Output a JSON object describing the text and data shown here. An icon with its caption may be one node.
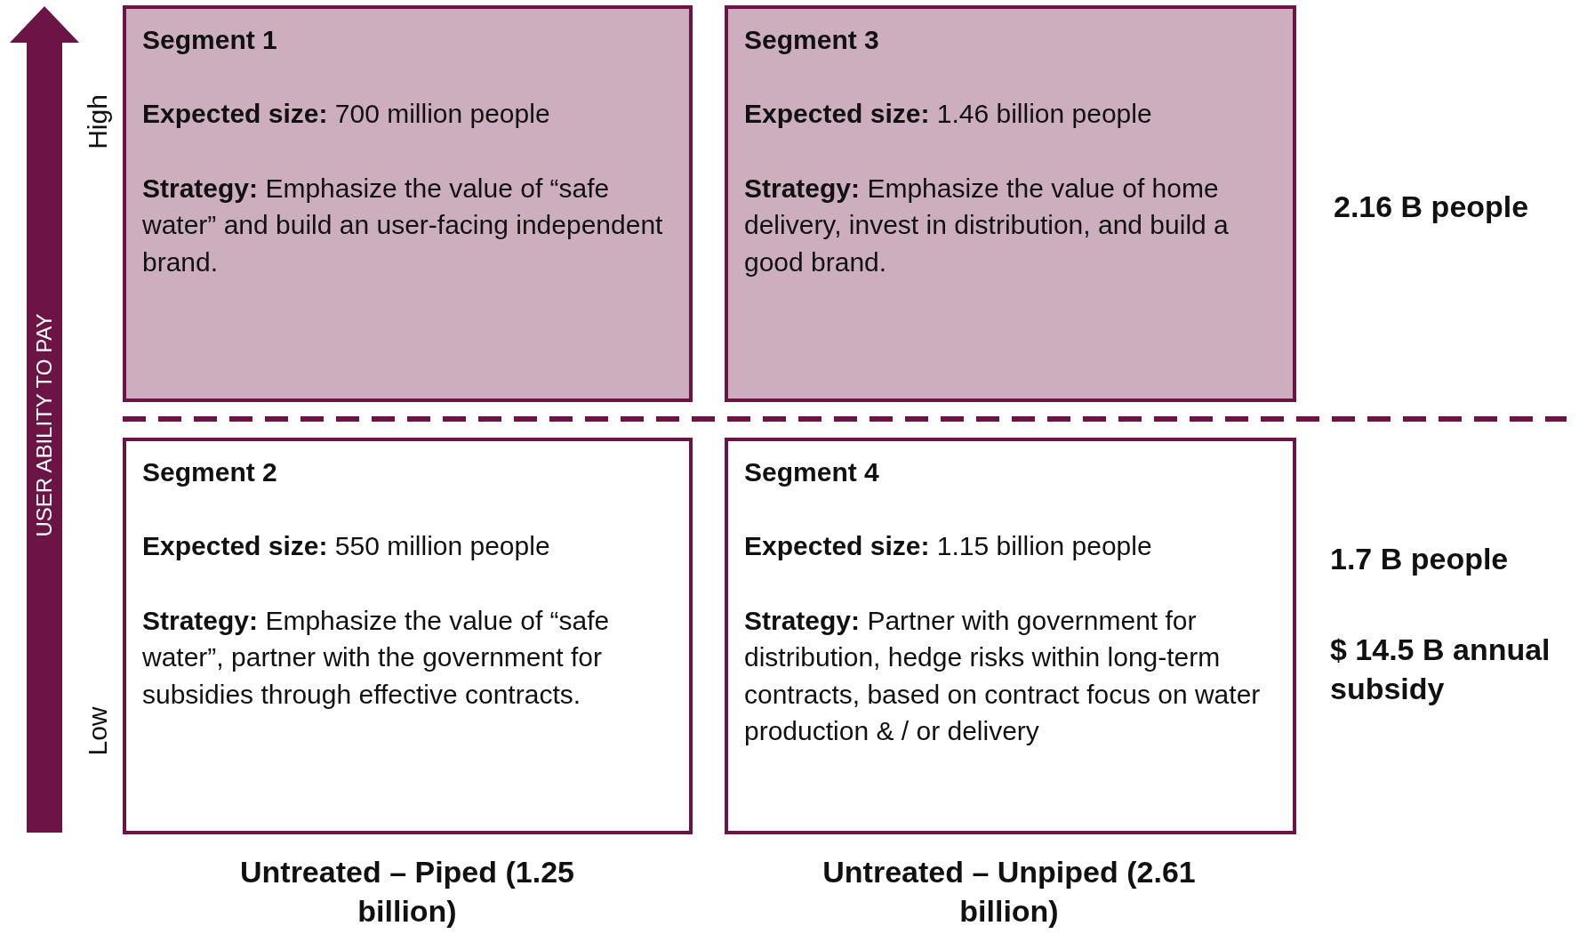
{
  "diagram": {
    "nodes": [
      {
        "text": [
          "Segment 1",
          "**Expected size:** 700 million people",
          "**Strategy:** Emphasize the value of “safe water” and build an user-facing independent brand."
        ]
      },
      {
        "text": [
          "Segment 3",
          "**Expected size:** 1.46 billion people",
          "**Strategy:** Emphasize the value of home delivery, invest in distribution, and build a good brand."
        ]
      },
      {
        "text": [
          "Segment 2",
          "**Expected size:** 550 million people",
          "**Strategy:** Emphasize the value of “safe water”, partner with the government for subsidies through effective contracts."
        ]
      },
      {
        "text": [
          "Segment 4",
          "**Expected size:** 1.15 billion people",
          "**Strategy:** Partner with government for distribution, hedge risks within long-term contracts, based on contract focus on water production & / or delivery"
        ]
      }
    ],
    "labels": [
      "USER ABILITY TO PAY",
      "High",
      "2.16 B people",
      "1.7 B people",
      "$ 14.5 B annual subsidy",
      "Low",
      "Untreated – Piped (1.25 billion)",
      "Untreated – Unpiped (2.61 billion)"
    ]
  }
}
